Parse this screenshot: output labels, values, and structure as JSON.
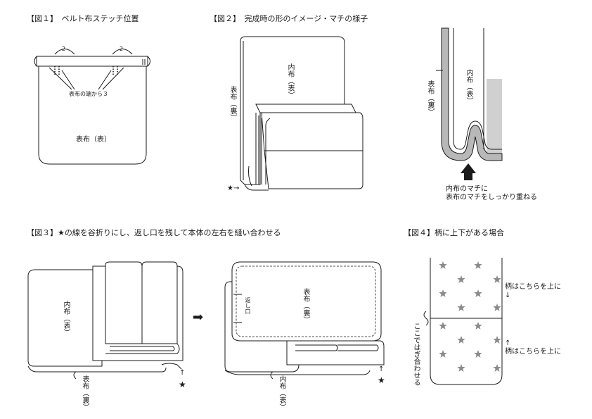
{
  "fig1": {
    "caption": "【図１】　ベルト布ステッチ位置",
    "dim_left": "2",
    "dim_right": "2",
    "edge_note": "表布の端から３",
    "body_label": "表布（表）"
  },
  "fig2": {
    "caption": "【図２】　完成時の形のイメージ・マチの様子",
    "inner_label": "内布（表）",
    "outer_label": "表布（裏）",
    "star_marker": "★→",
    "detail_inner_label": "内布（表）",
    "detail_outer_label": "表布（裏）",
    "note_line1": "内布のマチに",
    "note_line2": "表布のマチをしっかり重ねる"
  },
  "fig3": {
    "caption": "【図３】★の線を谷折りにし、返し口を残して本体の左右を縫い合わせる",
    "left_inner_label": "内布（表）",
    "left_outer_label": "表布（裏）",
    "left_star": "★",
    "left_arrow": "↑",
    "arrow_symbol": "➡",
    "right_outer_label": "表布（裏）",
    "opening_label": "返し口",
    "right_inner_label": "内布（表）",
    "right_star": "★",
    "right_arrow": "↑"
  },
  "fig4": {
    "caption": "【図４】柄に上下がある場合",
    "top_label": "柄はこちらを上に",
    "top_arrow": "↓",
    "bottom_label": "柄はこちらを上に",
    "bottom_arrow": "↑",
    "seam_label": "ここではぎ合わせる",
    "star_color": "#8a8a8a"
  }
}
